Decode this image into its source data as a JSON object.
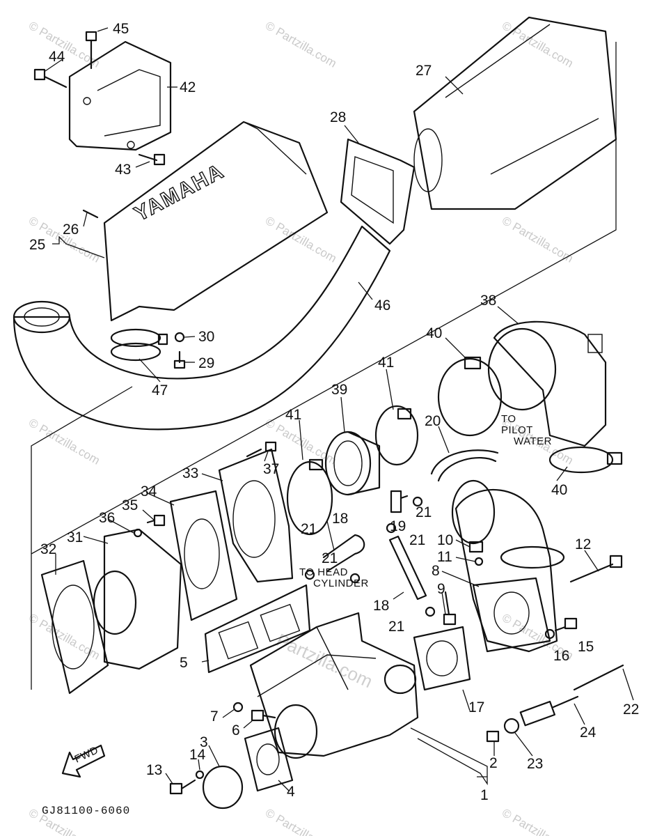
{
  "watermark": "© Partzilla.com",
  "center_watermark": "Partzilla.com",
  "part_code": "GJ81100-6060",
  "fwd_label": "FWD",
  "brand_text": "YAMAHA",
  "notes": {
    "to_pilot_1": "TO",
    "to_pilot_2": "PILOT",
    "to_pilot_3": "WATER",
    "to_head_1": "TO HEAD",
    "to_head_2": "CYLINDER"
  },
  "callouts": {
    "c45": "45",
    "c44": "44",
    "c42": "42",
    "c43": "43",
    "c27": "27",
    "c28": "28",
    "c26": "26",
    "c25": "25",
    "c46": "46",
    "c30": "30",
    "c29": "29",
    "c47": "47",
    "c38": "38",
    "c40a": "40",
    "c41a": "41",
    "c39": "39",
    "c41b": "41",
    "c20": "20",
    "c37": "37",
    "c33": "33",
    "c34": "34",
    "c35": "35",
    "c36": "36",
    "c31": "31",
    "c32": "32",
    "c18a": "18",
    "c21a": "21",
    "c21b": "21",
    "c19": "19",
    "c21c": "21",
    "c21d": "21",
    "c40b": "40",
    "c10": "10",
    "c11": "11",
    "c12": "12",
    "c8": "8",
    "c9": "9",
    "c18b": "18",
    "c21e": "21",
    "c16": "16",
    "c15": "15",
    "c5": "5",
    "c17": "17",
    "c22": "22",
    "c7": "7",
    "c6": "6",
    "c24": "24",
    "c3": "3",
    "c14": "14",
    "c13": "13",
    "c4": "4",
    "c2": "2",
    "c23": "23",
    "c1": "1"
  }
}
